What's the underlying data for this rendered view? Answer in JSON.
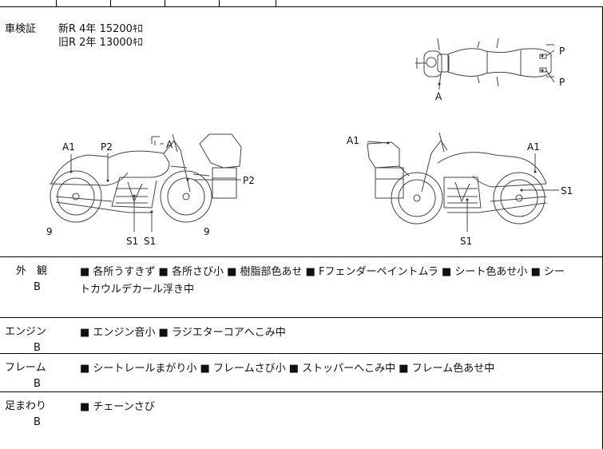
{
  "inspection": {
    "label": "車検証",
    "rows": [
      "新R 4年 15200ｷﾛ",
      "旧R 2年 13000ｷﾛ"
    ]
  },
  "diagram_labels": {
    "top_p1": "P",
    "top_p2": "P",
    "top_a": "A",
    "left_a1": "A1",
    "left_p2_top": "P2",
    "left_a": "A",
    "left_p2_side": "P2",
    "left_9a": "9",
    "left_s1a": "S1",
    "left_s1b": "S1",
    "left_9b": "9",
    "right_a1_left": "A1",
    "right_a1_right": "A1",
    "right_s1_side": "S1",
    "right_s1_bottom": "S1"
  },
  "sections": [
    {
      "title": "外　観",
      "grade": "B",
      "line1": "■ 各所うすきず ■ 各所さび小 ■ 樹脂部色あせ ■ Fフェンダーペイントムラ ■ シート色あせ小 ■ シー",
      "line2": "トカウルデカール浮き中"
    },
    {
      "title": "エンジン",
      "grade": "B",
      "line1": "■ エンジン音小 ■ ラジエターコアへこみ中",
      "line2": ""
    },
    {
      "title": "フレーム",
      "grade": "B",
      "line1": "■ シートレールまがり小 ■ フレームさび小 ■ ストッパーへこみ中 ■ フレーム色あせ中",
      "line2": ""
    },
    {
      "title": "足まわり",
      "grade": "B",
      "line1": "■ チェーンさび",
      "line2": ""
    }
  ]
}
